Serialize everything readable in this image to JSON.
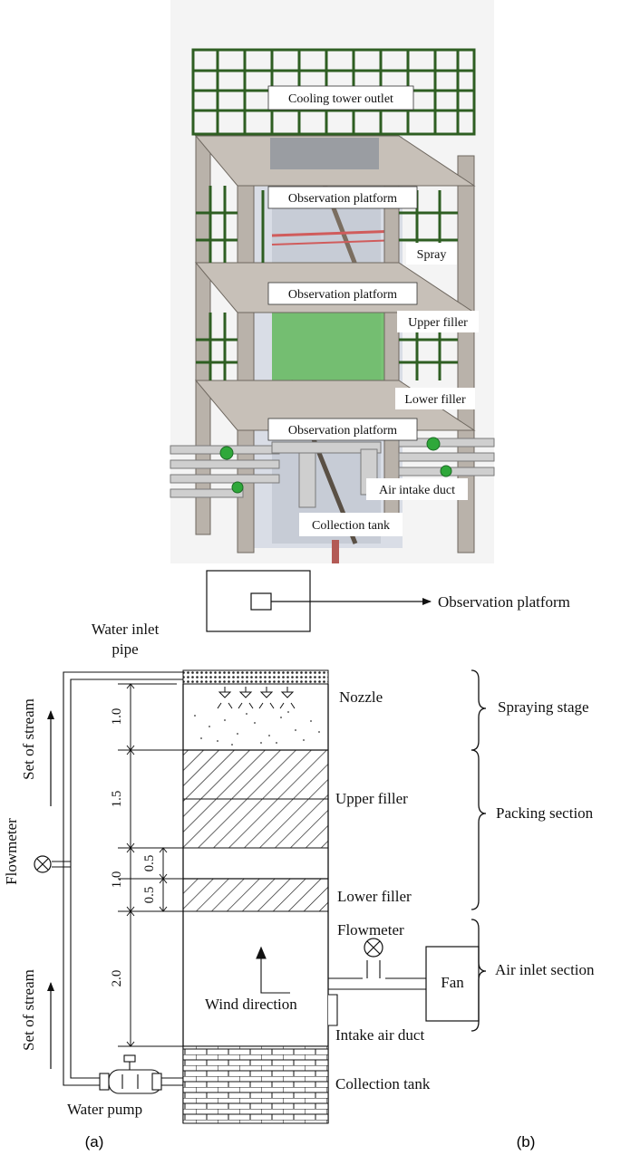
{
  "render_labels": {
    "cooling_tower_outlet": "Cooling tower outlet",
    "observation_platform_top": "Observation platform",
    "spray": "Spray",
    "observation_platform_mid": "Observation platform",
    "upper_filler": "Upper filler",
    "lower_filler": "Lower filler",
    "observation_platform_low": "Observation platform",
    "air_intake_duct": "Air intake duct",
    "collection_tank": "Collection tank"
  },
  "schematic": {
    "inset_label": "Observation platform",
    "water_inlet_pipe_line1": "Water inlet",
    "water_inlet_pipe_line2": "pipe",
    "set_of_stream_top": "Set of stream",
    "set_of_stream_bottom": "Set of stream",
    "flowmeter_left": "Flowmeter",
    "flowmeter_right": "Flowmeter",
    "water_pump": "Water pump",
    "dims": {
      "spray": "1.0",
      "upper": "1.5",
      "middle": "1.0",
      "middle_a": "0.5",
      "middle_b": "0.5",
      "bottom": "2.0"
    },
    "nozzle": "Nozzle",
    "upper_filler": "Upper filler",
    "lower_filler": "Lower filler",
    "fan": "Fan",
    "wind_direction": "Wind direction",
    "intake_air_duct": "Intake air duct",
    "collection_tank": "Collection tank",
    "spraying_stage": "Spraying stage",
    "packing_section": "Packing section",
    "air_inlet_section": "Air inlet section"
  },
  "captions": {
    "a": "(a)",
    "b": "(b)"
  },
  "colors": {
    "frame_gray": "#b9b2aa",
    "railing_green": "#2e5e22",
    "filler_green": "#58b94f",
    "pipe_gray": "#cfcfcf",
    "valve_green": "#2fa83a",
    "tank_red": "#b35a55"
  }
}
